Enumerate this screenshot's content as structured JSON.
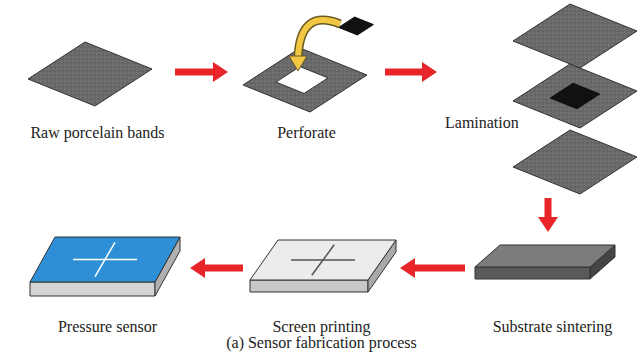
{
  "diagram": {
    "caption": "(a) Sensor fabrication process",
    "nodes": [
      {
        "text": [
          "Raw porcelain bands"
        ]
      },
      {
        "text": [
          "Perforate"
        ]
      },
      {
        "text": [
          "Lamination"
        ]
      },
      {
        "text": [
          "Substrate sintering"
        ]
      },
      {
        "text": [
          "Screen printing"
        ]
      },
      {
        "text": [
          "Pressure sensor"
        ]
      }
    ],
    "edges": [
      {
        "from": 0,
        "to": 1,
        "arrow": "to"
      },
      {
        "from": 1,
        "to": 2,
        "arrow": "to"
      },
      {
        "from": 2,
        "to": 3,
        "arrow": "to"
      },
      {
        "from": 3,
        "to": 4,
        "arrow": "to"
      },
      {
        "from": 4,
        "to": 5,
        "arrow": "to"
      }
    ]
  }
}
